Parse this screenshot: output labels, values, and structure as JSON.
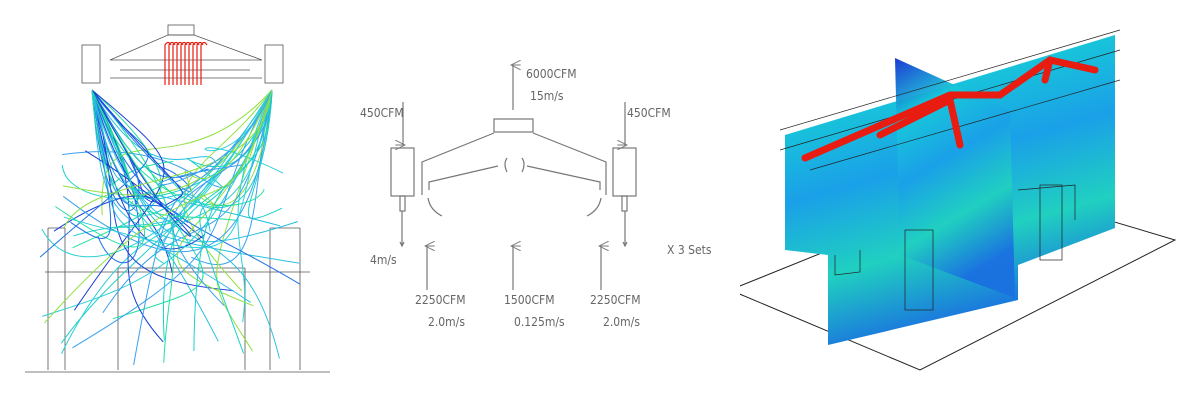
{
  "diagram": {
    "exhaust": {
      "flow": "6000CFM",
      "velocity": "15m/s"
    },
    "side_inlets": [
      {
        "flow": "450CFM",
        "velocity": "4m/s"
      },
      {
        "flow": "450CFM"
      }
    ],
    "supplies": [
      {
        "flow": "2250CFM",
        "velocity": "2.0m/s"
      },
      {
        "flow": "1500CFM",
        "velocity": "0.125m/s"
      },
      {
        "flow": "2250CFM",
        "velocity": "2.0m/s"
      }
    ],
    "sets_label": "X 3 Sets"
  },
  "colors": {
    "line": "#777777",
    "hot": "#e81c10",
    "cool": "#1a3fd6",
    "mid": "#19d1c8"
  }
}
